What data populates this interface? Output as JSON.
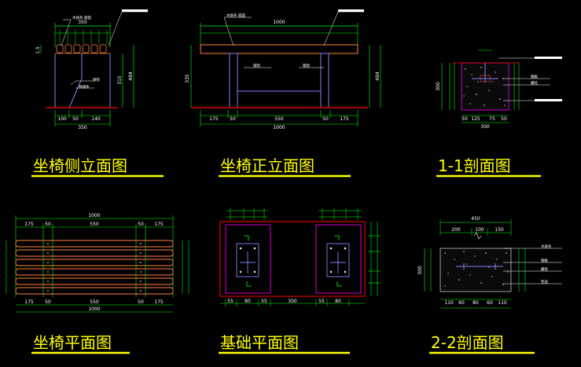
{
  "colors": {
    "background": "#000000",
    "title": "#ffff00",
    "dimension": "#00ff00",
    "wood": "#ff8040",
    "steel": "#8080ff",
    "concrete_outline": "#ff00ff",
    "ground": "#ff0000",
    "text": "#ffffff"
  },
  "views": {
    "side_elevation": {
      "title": "坐椅侧立面图",
      "top_dim": "350",
      "bottom_dims": [
        "100",
        "50",
        "140"
      ],
      "bottom_total": "350",
      "right_dims": [
        "315",
        "484"
      ],
      "left_dim": "1.5"
    },
    "front_elevation": {
      "title": "坐椅正立面图",
      "top_dim": "1000",
      "bottom_dims": [
        "175",
        "50",
        "550",
        "50",
        "175"
      ],
      "bottom_total": "1000",
      "right_dim": "484",
      "left_dim": "335"
    },
    "section_1_1": {
      "title": "1-1剖面图",
      "bottom_dims": [
        "50",
        "125",
        "75",
        "50"
      ],
      "bottom_total": "300",
      "left_dim": "300"
    },
    "seat_plan": {
      "title": "坐椅平面图",
      "top_total": "1000",
      "top_dims": [
        "175",
        "50",
        "550",
        "50",
        "175"
      ],
      "bottom_dims": [
        "175",
        "50",
        "550",
        "50",
        "175"
      ],
      "bottom_total": "1000"
    },
    "foundation_plan": {
      "title": "基础平面图",
      "bottom_dims": [
        "55",
        "80",
        "55",
        "300",
        "55",
        "80"
      ]
    },
    "section_2_2": {
      "title": "2-2剖面图",
      "top_total": "450",
      "top_dims": [
        "200",
        "100",
        "150"
      ],
      "bottom_dims": [
        "110",
        "60",
        "80",
        "60",
        "110"
      ],
      "left_dim": "300"
    }
  }
}
